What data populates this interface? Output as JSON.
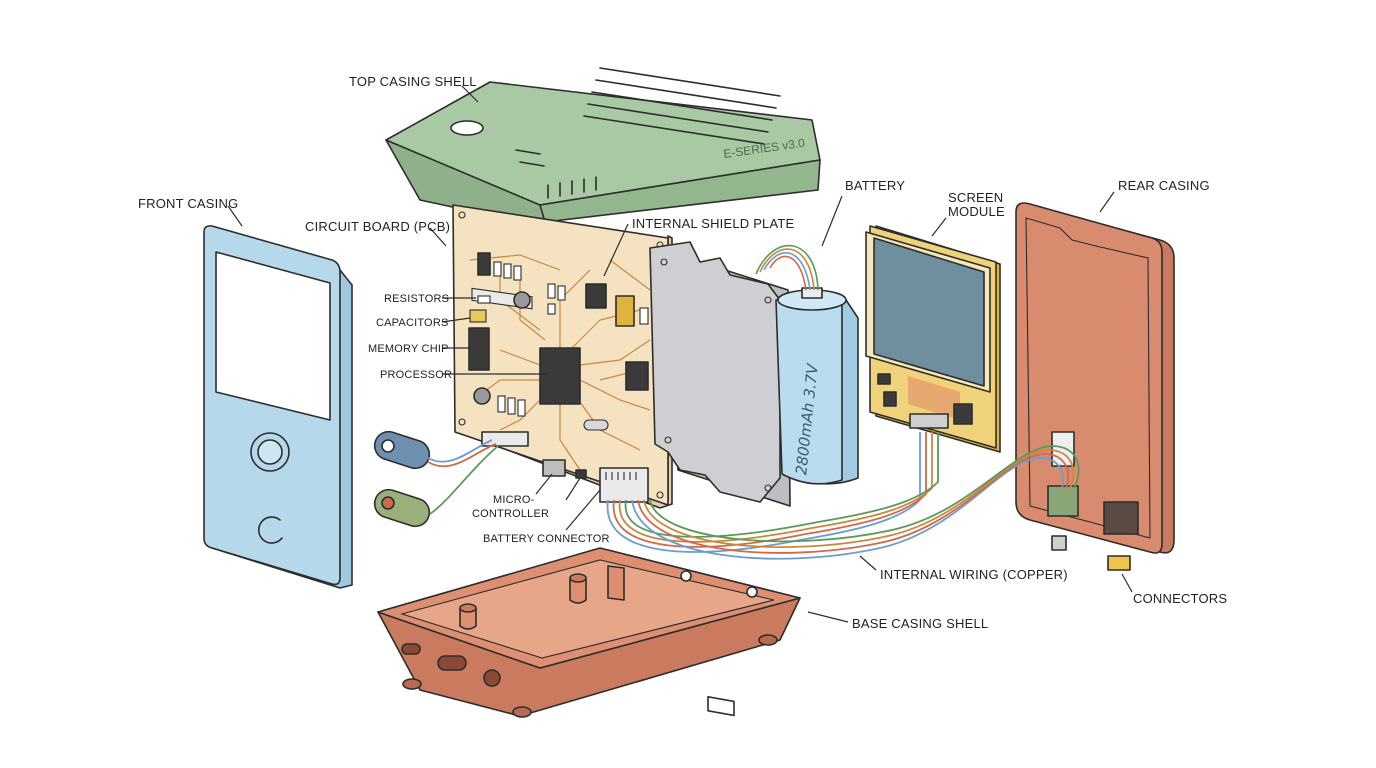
{
  "labels": {
    "top_casing": "TOP CASING SHELL",
    "front_casing": "FRONT CASING",
    "pcb": "CIRCUIT BOARD (PCB)",
    "resistors": "RESISTORS",
    "capacitors": "CAPACITORS",
    "memory_chip": "MEMORY CHIP",
    "processor": "PROCESSOR",
    "internal_shield": "INTERNAL SHIELD PLATE",
    "battery": "BATTERY",
    "screen_module_line1": "SCREEN",
    "screen_module_line2": "MODULE",
    "rear_casing": "REAR CASING",
    "micro_line1": "MICRO-",
    "micro_line2": "CONTROLLER",
    "battery_connector": "BATTERY CONNECTOR",
    "internal_wiring": "INTERNAL WIRING (COPPER)",
    "connectors": "CONNECTORS",
    "base_casing": "BASE CASING SHELL"
  },
  "printed": {
    "series_mark": "E-SERIES v3.0",
    "battery_spec": "2800mAh 3.7V"
  },
  "colors": {
    "top_casing": "#a9c9a4",
    "front_casing": "#b5d8ea",
    "pcb": "#f5e2c0",
    "shield": "#cfcfd3",
    "battery": "#b9dcef",
    "screen": "#6f8f9e",
    "rear_casing": "#d98b6f",
    "base_casing": "#de8f72"
  }
}
